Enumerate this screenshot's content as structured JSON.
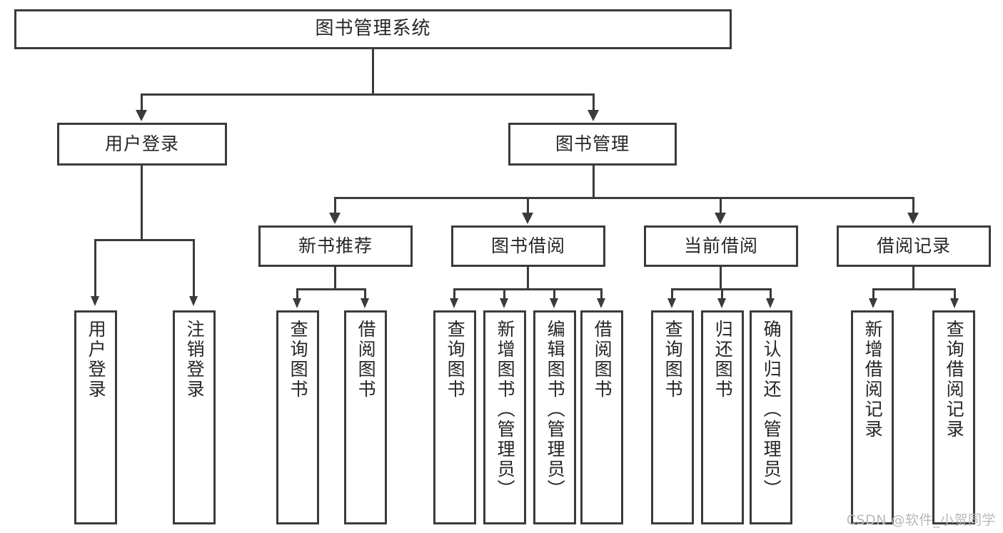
{
  "diagram": {
    "title": "图书管理系统",
    "type": "hierarchy-tree",
    "root": {
      "label": "图书管理系统"
    },
    "level2": [
      {
        "label": "用户登录"
      },
      {
        "label": "图书管理"
      }
    ],
    "level3": [
      {
        "label": "新书推荐"
      },
      {
        "label": "图书借阅"
      },
      {
        "label": "当前借阅"
      },
      {
        "label": "借阅记录"
      }
    ],
    "leaves": {
      "user_login": [
        {
          "label": "用户登录"
        },
        {
          "label": "注销登录"
        }
      ],
      "new_book_recommend": [
        {
          "label": "查询图书"
        },
        {
          "label": "借阅图书"
        }
      ],
      "book_borrow": [
        {
          "label": "查询图书"
        },
        {
          "label": "新增图书（管理员）"
        },
        {
          "label": "编辑图书（管理员）"
        },
        {
          "label": "借阅图书"
        }
      ],
      "current_borrow": [
        {
          "label": "查询图书"
        },
        {
          "label": "归还图书"
        },
        {
          "label": "确认归还（管理员）"
        }
      ],
      "borrow_record": [
        {
          "label": "新增借阅记录"
        },
        {
          "label": "查询借阅记录"
        }
      ]
    }
  },
  "watermark": {
    "text": "CSDN @软件_小贺同学"
  },
  "colors": {
    "stroke": "#3b3b3b",
    "text": "#262626",
    "background": "#ffffff",
    "watermark": "#b9b9b9"
  }
}
